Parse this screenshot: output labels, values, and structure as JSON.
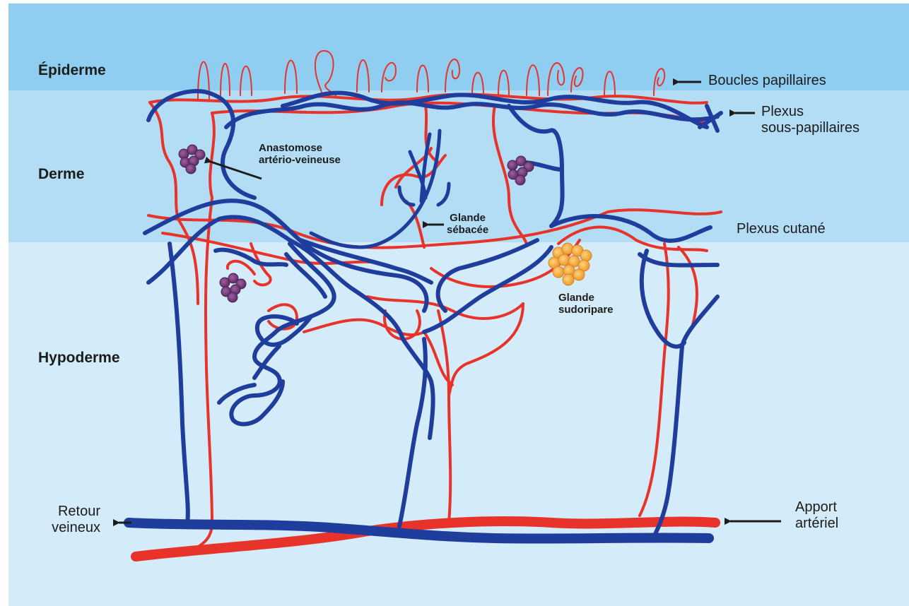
{
  "layers": {
    "epiderme": "Épiderme",
    "derme": "Derme",
    "hypoderme": "Hypoderme"
  },
  "labels": {
    "boucles_papillaires": "Boucles papillaires",
    "plexus_sous_papillaires_1": "Plexus",
    "plexus_sous_papillaires_2": "sous-papillaires",
    "plexus_cutane": "Plexus cutané",
    "anastomose_1": "Anastomose",
    "anastomose_2": "artério-veineuse",
    "glande_sebacee_1": "Glande",
    "glande_sebacee_2": "sébacée",
    "glande_sudoripare_1": "Glande",
    "glande_sudoripare_2": "sudoripare",
    "retour_veineux_1": "Retour",
    "retour_veineux_2": "veineux",
    "apport_arteriel_1": "Apport",
    "apport_arteriel_2": "artériel"
  },
  "colors": {
    "epiderme_bg": "#8fcdf1",
    "derme_bg": "#b3ddf5",
    "hypoderme_bg": "#d4ebf9",
    "artery": "#e8332a",
    "vein": "#1f3d9c",
    "anastomose_glomus": "#7a3f7e",
    "sweat_gland": "#f5a23a",
    "arrow": "#1c1c1c"
  }
}
